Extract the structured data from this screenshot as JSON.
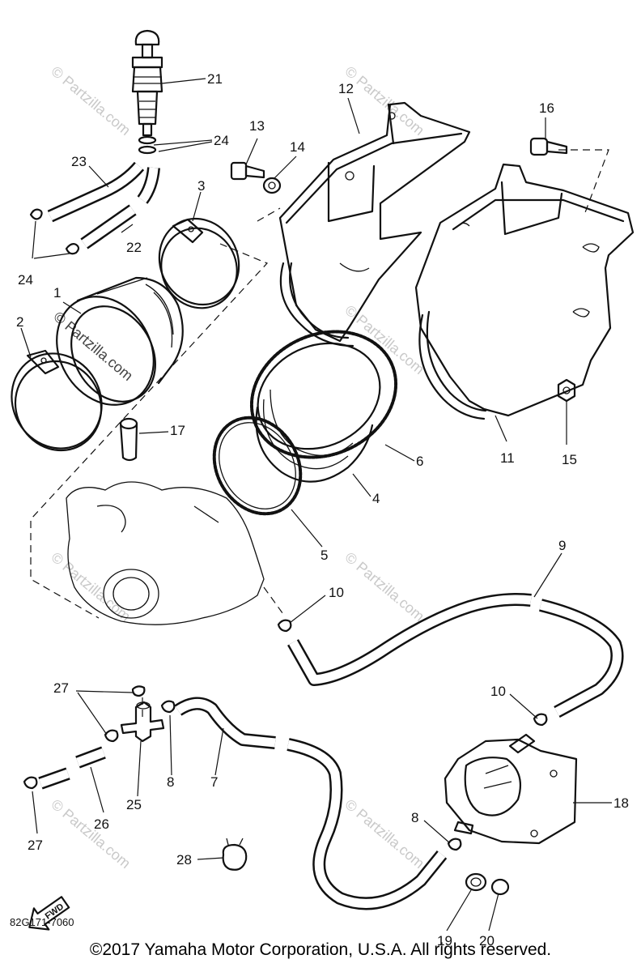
{
  "watermark": "© Partzilla.com",
  "callouts": [
    "21",
    "24",
    "23",
    "22",
    "24",
    "13",
    "14",
    "12",
    "16",
    "3",
    "1",
    "2",
    "17",
    "6",
    "4",
    "5",
    "11",
    "15",
    "9",
    "10",
    "10",
    "27",
    "25",
    "8",
    "7",
    "26",
    "27",
    "18",
    "8",
    "28",
    "19",
    "20"
  ],
  "drawing_number": "82G171-7060",
  "front_arrow": "FWD",
  "copyright": "©2017  Yamaha Motor Corporation, U.S.A. All rights reserved."
}
